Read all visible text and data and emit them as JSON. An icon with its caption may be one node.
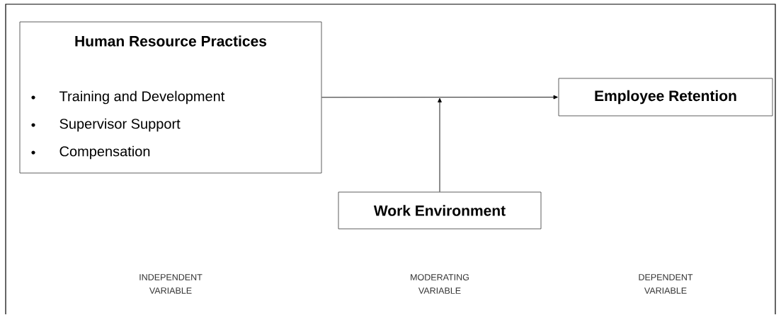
{
  "diagram": {
    "nodes": [
      {
        "text": [
          "Human Resource Practices",
          "Training and Development",
          "Supervisor Support",
          "Compensation"
        ]
      },
      {
        "text": [
          "Employee Retention"
        ]
      },
      {
        "text": [
          "Work Environment"
        ]
      }
    ],
    "edges": [
      {
        "from": 0,
        "to": 1,
        "arrow": "to"
      },
      {
        "from": 2,
        "to": null,
        "arrow": "to"
      }
    ],
    "labels": [
      "INDEPENDENT VARIABLE",
      "MODERATING VARIABLE",
      "DEPENDENT VARIABLE"
    ]
  }
}
